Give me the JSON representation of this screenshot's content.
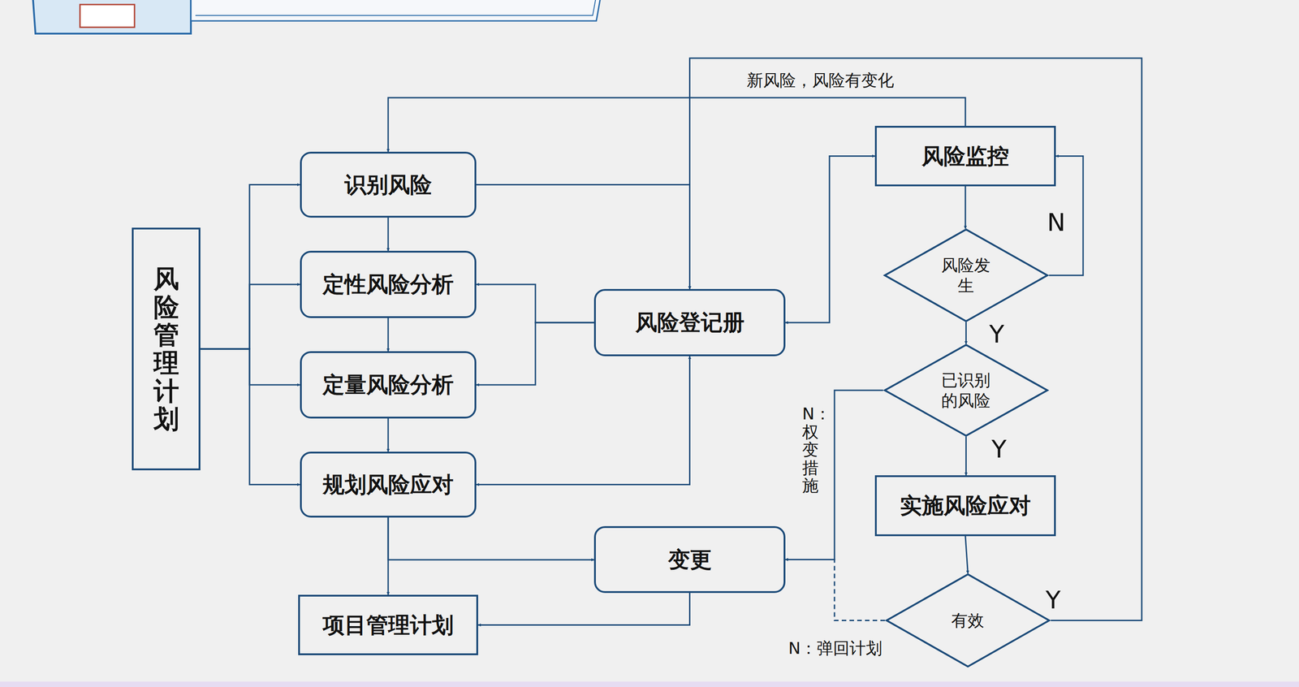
{
  "diagram": {
    "nodes": [
      {
        "text": [
          "风险管理计划"
        ]
      },
      {
        "text": [
          "识别风险"
        ]
      },
      {
        "text": [
          "定性风险分析"
        ]
      },
      {
        "text": [
          "定量风险分析"
        ]
      },
      {
        "text": [
          "规划风险应对"
        ]
      },
      {
        "text": [
          "项目管理计划"
        ]
      },
      {
        "text": [
          "风险登记册"
        ]
      },
      {
        "text": [
          "变更"
        ]
      },
      {
        "text": [
          "风险监控"
        ]
      },
      {
        "text": [
          "风险发 生"
        ]
      },
      {
        "text": [
          "已识别 的风险"
        ]
      },
      {
        "text": [
          "实施风险应对"
        ]
      },
      {
        "text": [
          "有效"
        ]
      }
    ],
    "edges": [
      {
        "from": 0,
        "to": 1,
        "arrow": "to"
      },
      {
        "from": 0,
        "to": 2,
        "arrow": "to"
      },
      {
        "from": 0,
        "to": 3,
        "arrow": "to"
      },
      {
        "from": 0,
        "to": 4,
        "arrow": "to"
      },
      {
        "from": 1,
        "to": 2,
        "arrow": "to"
      },
      {
        "from": 2,
        "to": 3,
        "arrow": "to"
      },
      {
        "from": 3,
        "to": 4,
        "arrow": "to"
      },
      {
        "from": 1,
        "to": 6,
        "arrow": "to"
      },
      {
        "from": 6,
        "to": 2,
        "arrow": "to"
      },
      {
        "from": 6,
        "to": 3,
        "arrow": "to"
      },
      {
        "from": 6,
        "to": 4,
        "arrow": "both"
      },
      {
        "from": 4,
        "to": 5,
        "arrow": "to"
      },
      {
        "from": 4,
        "to": 7,
        "arrow": "to"
      },
      {
        "from": 7,
        "to": 5,
        "arrow": "to"
      },
      {
        "from": 6,
        "to": 8,
        "arrow": "both"
      },
      {
        "from": 8,
        "to": 1,
        "label": "新风险，风险有变化",
        "arrow": "to"
      },
      {
        "from": 8,
        "to": 9,
        "arrow": "to"
      },
      {
        "from": 9,
        "to": 8,
        "label": "N",
        "arrow": "to"
      },
      {
        "from": 9,
        "to": 10,
        "label": "Y",
        "arrow": "to"
      },
      {
        "from": 10,
        "to": 7,
        "label": "N：权变措施",
        "arrow": "to"
      },
      {
        "from": 10,
        "to": 11,
        "label": "Y",
        "arrow": "to"
      },
      {
        "from": 11,
        "to": 12,
        "arrow": "to"
      },
      {
        "from": 12,
        "to": 7,
        "label": "N：弹回计划",
        "arrow": "to"
      },
      {
        "from": 12,
        "to": 6,
        "label": "Y",
        "arrow": "to"
      }
    ]
  }
}
